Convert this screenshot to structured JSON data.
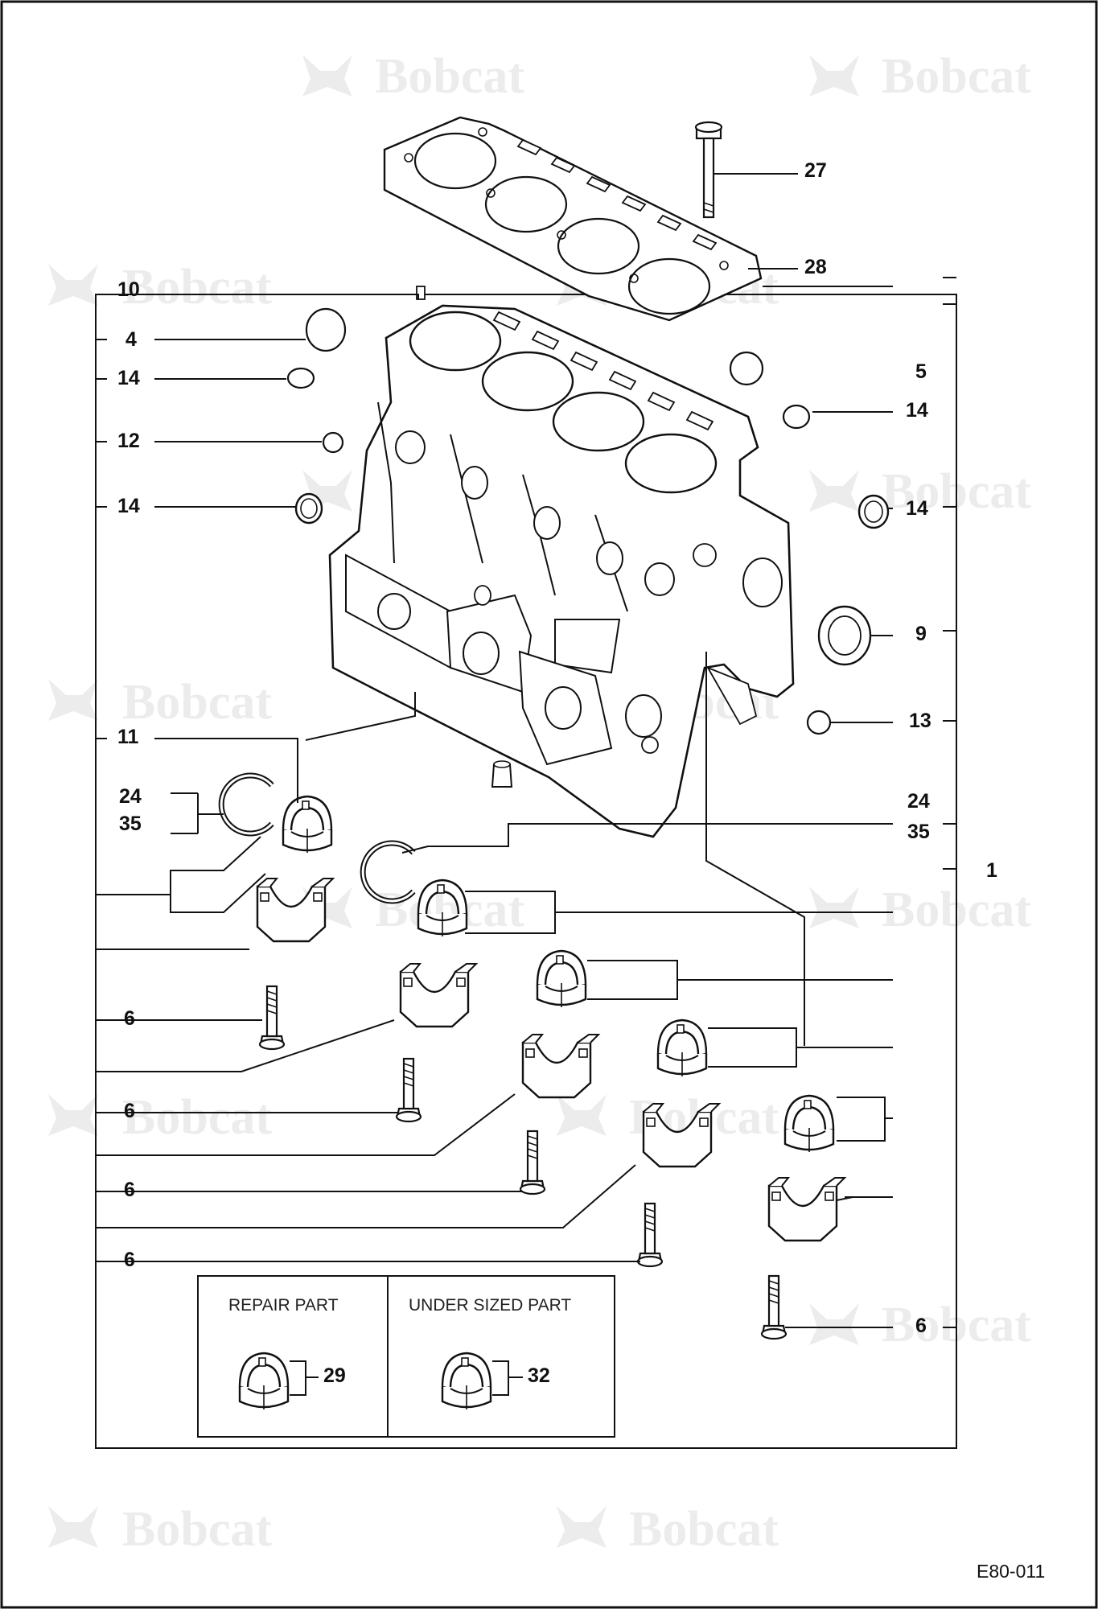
{
  "watermark": {
    "text": "Bobcat"
  },
  "callouts": {
    "c1": "1",
    "c4": "4",
    "c5": "5",
    "c6a": "6",
    "c6b": "6",
    "c6c": "6",
    "c6d": "6",
    "c6e": "6",
    "c9": "9",
    "c10": "10",
    "c11": "11",
    "c12": "12",
    "c13": "13",
    "c14a": "14",
    "c14b": "14",
    "c14c": "14",
    "c14d": "14",
    "c24a": "24",
    "c24b": "24",
    "c27": "27",
    "c28": "28",
    "c29": "29",
    "c32": "32",
    "c35a": "35",
    "c35b": "35"
  },
  "inset": {
    "repair_label": "REPAIR PART",
    "undersized_label": "UNDER SIZED PART"
  },
  "doc_id": "E80-011"
}
